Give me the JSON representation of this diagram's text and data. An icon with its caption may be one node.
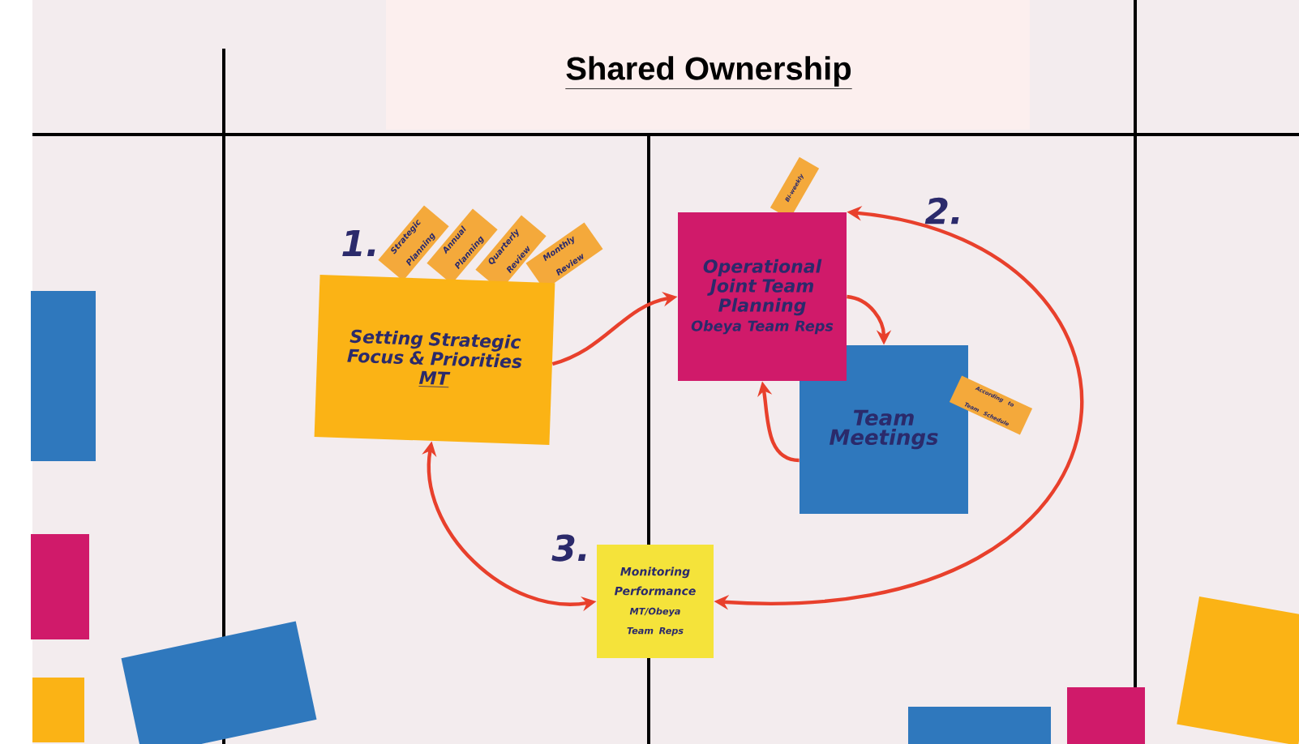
{
  "diagram": {
    "title": "Shared Ownership",
    "nodes": [
      {
        "text": [
          "Setting Strategic Focus & Priorities",
          "MT"
        ],
        "beside": [
          "1."
        ]
      },
      {
        "text": [
          "Strategic Planning"
        ]
      },
      {
        "text": [
          "Annual Planning"
        ]
      },
      {
        "text": [
          "Quarterly Review"
        ]
      },
      {
        "text": [
          "Monthly Review"
        ]
      },
      {
        "text": [
          "Operational Joint Team Planning",
          "Obeya Team Reps"
        ],
        "beside": [
          "2."
        ]
      },
      {
        "text": [
          "Bi-weekly"
        ]
      },
      {
        "text": [
          "Team Meetings"
        ]
      },
      {
        "text": [
          "According to Team Schedule"
        ]
      },
      {
        "text": [
          "Monitoring Performance",
          "MT/Obeya Team Reps"
        ],
        "beside": [
          "3."
        ]
      },
      {
        "text": [],
        "shape": "box"
      },
      {
        "text": [],
        "shape": "box"
      },
      {
        "text": [],
        "shape": "box"
      },
      {
        "text": [],
        "shape": "box"
      },
      {
        "text": [],
        "shape": "box"
      },
      {
        "text": [],
        "shape": "box"
      },
      {
        "text": [],
        "shape": "box"
      }
    ],
    "edges": [
      {
        "from": 0,
        "to": 5,
        "arrow": "to"
      },
      {
        "from": 5,
        "to": 7,
        "arrow": "to"
      },
      {
        "from": 7,
        "to": 5,
        "arrow": "to"
      },
      {
        "from": 0,
        "to": 9,
        "arrow": "both"
      },
      {
        "from": 9,
        "to": 5,
        "arrow": "both"
      }
    ]
  }
}
